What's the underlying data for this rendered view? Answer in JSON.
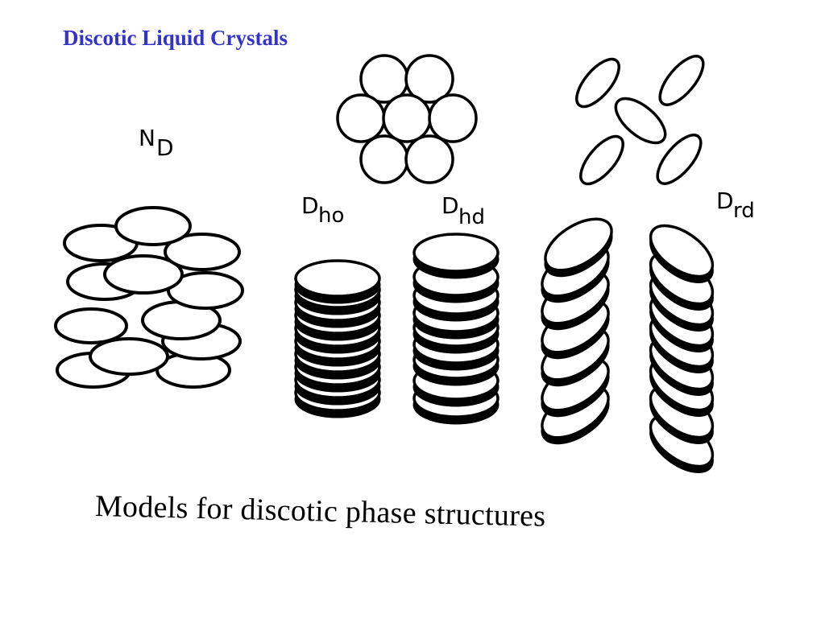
{
  "slide": {
    "title": "Discotic Liquid Crystals",
    "caption": "Models for discotic phase structures"
  },
  "phases": {
    "nematic": {
      "main": "N",
      "sub": "D"
    },
    "hexagonal_ordered": {
      "main": "D",
      "sub": "ho"
    },
    "hexagonal_disordered": {
      "main": "D",
      "sub": "hd"
    },
    "rectangular_disordered": {
      "main": "D",
      "sub": "rd"
    }
  },
  "colors": {
    "title": "#3333cc",
    "ink": "#000000",
    "disc_fill": "#ffffff"
  }
}
